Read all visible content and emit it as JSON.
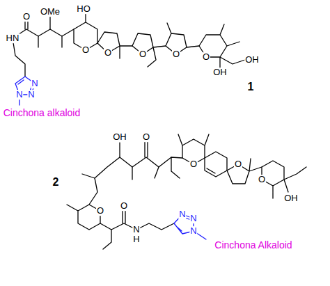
{
  "diagram": {
    "labels": [
      "O",
      "OMe",
      "HO",
      "HN",
      "O",
      "O",
      "O",
      "O",
      "O",
      "OH",
      "OH",
      "N",
      "N",
      "N",
      "Cinchona alkaloid",
      "1",
      "OH",
      "O",
      "O",
      "O",
      "O",
      "OH",
      "O",
      "O",
      "N",
      "H",
      "N",
      "N",
      "N",
      "Cinchona Alkaloid",
      "2"
    ]
  }
}
